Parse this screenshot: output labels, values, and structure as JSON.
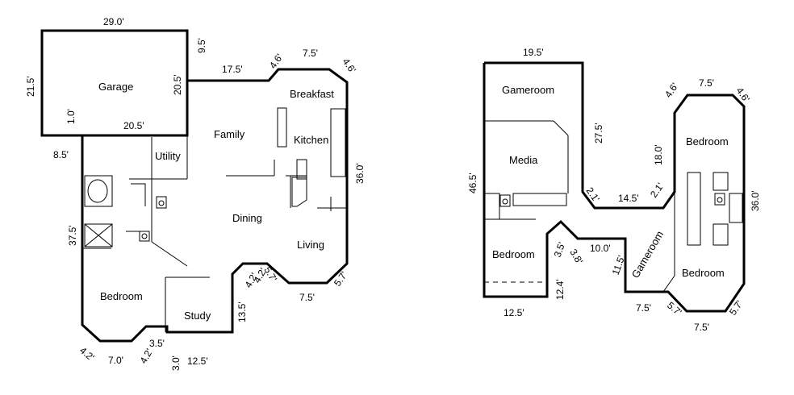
{
  "first_floor": {
    "rooms": {
      "garage": "Garage",
      "family": "Family",
      "utility": "Utility",
      "breakfast": "Breakfast",
      "kitchen": "Kitchen",
      "dining": "Dining",
      "living": "Living",
      "bedroom": "Bedroom",
      "study": "Study"
    },
    "dimensions": {
      "garage_top": "29.0'",
      "garage_left": "21.5'",
      "garage_right": "20.5'",
      "garage_inner": "1.0'",
      "garage_bottom": "20.5'",
      "garage_right_ext": "9.5'",
      "top_run": "17.5'",
      "top_chamfer_left": "4.6'",
      "top_center": "7.5'",
      "top_chamfer_right": "4.6'",
      "right_side": "36.0'",
      "left_step": "8.5'",
      "left_side": "37.5'",
      "bottom_chamfer_left": "4.2'",
      "bottom_left": "7.0'",
      "bottom_chamfer_mid": "4.2'",
      "bottom_step": "3.5'",
      "bottom_step_down": "3.0'",
      "bottom_study": "12.5'",
      "study_right": "13.5'",
      "notch_chamfer_a": "4.2'",
      "notch_chamfer_b": "4.2'",
      "notch_chamfer_c": "5.7'",
      "notch_bottom": "7.5'",
      "living_chamfer": "5.7'"
    }
  },
  "second_floor": {
    "rooms": {
      "gameroom_top": "Gameroom",
      "media": "Media",
      "bedroom_left": "Bedroom",
      "bedroom_top_right": "Bedroom",
      "bedroom_bottom_right": "Bedroom",
      "gameroom_diag": "Gameroom"
    },
    "dimensions": {
      "top": "19.5'",
      "left_side": "46.5'",
      "gameroom_right": "27.5'",
      "chamfer_small_left": "2.1'",
      "connector": "14.5'",
      "chamfer_small_right": "2.1'",
      "right_upper": "18.0'",
      "right_chamfer_tl": "4.6'",
      "right_top": "7.5'",
      "right_chamfer_tr": "4.6'",
      "right_side": "36.0'",
      "bottom_left": "12.5'",
      "bedroom_right": "12.4'",
      "notch_a": "3.5'",
      "notch_b": "3.8'",
      "notch_top": "10.0'",
      "notch_side": "11.5'",
      "bottom_mid": "7.5'",
      "bottom_chamfer_l": "5.7'",
      "bottom_right": "7.5'",
      "bottom_chamfer_r": "5.7'"
    }
  }
}
